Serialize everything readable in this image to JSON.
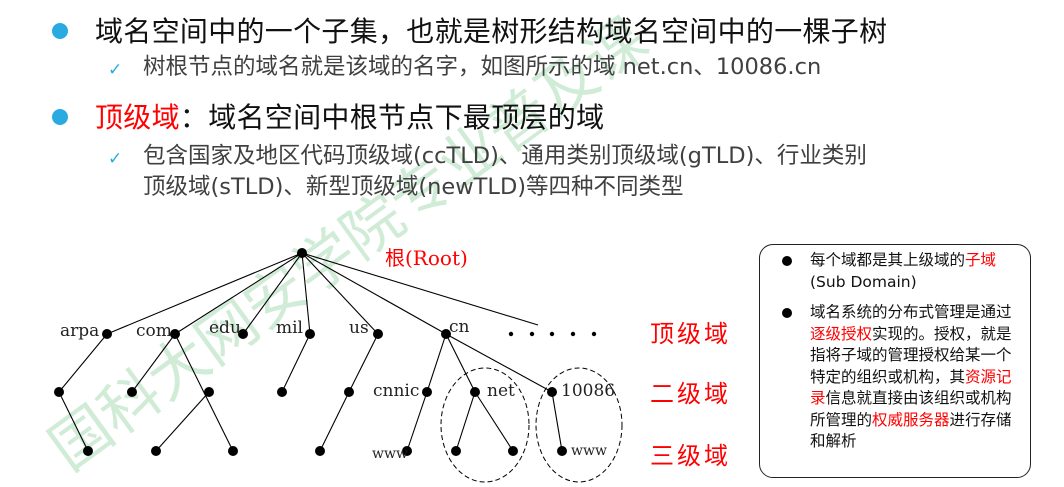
{
  "slide": {
    "bullets": [
      {
        "text": "域名空间中的一个子集，也就是树形结构域名空间中的一棵子树",
        "sub": "树根节点的域名就是该域的名字，如图所示的域 net.cn、10086.cn"
      },
      {
        "term": "顶级域",
        "text": "：域名空间中根节点下最顶层的域",
        "sub_line1": "包含国家及地区代码顶级域(ccTLD)、通用类别顶级域(gTLD)、行业类别",
        "sub_line2": "顶级域(sTLD)、新型顶级域(newTLD)等四种不同类型"
      }
    ],
    "colors": {
      "bullet": "#29abe2",
      "highlight": "#ff0000",
      "text": "#111111",
      "subtext": "#404040",
      "watermark": "#78c88c"
    }
  },
  "diagram": {
    "root_label": "根(Root)",
    "tld_nodes": [
      "arpa",
      "com",
      "edu",
      "mil",
      "us",
      "cn"
    ],
    "ellipsis": ". . . . .",
    "sld_labels": [
      "cnnic",
      "net",
      "10086"
    ],
    "third_labels": [
      "www",
      "www"
    ],
    "level_labels": [
      "顶级域",
      "二级域",
      "三级域"
    ]
  },
  "legend": {
    "item1": {
      "pre": "每个域都是其上级域的",
      "red": "子域",
      "post": "(Sub Domain)"
    },
    "item2": {
      "p1": "域名系统的分布式管理是通过",
      "r1": "逐级授权",
      "p2": "实现的。授权，就是指将子域的管理授权给某一个特定的组织或机构，其",
      "r2": "资源记录",
      "p3": "信息就直接由该组织或机构所管理的",
      "r3": "权威服务器",
      "p4": "进行存储和解析"
    }
  },
  "watermark": {
    "text": "国科大网安学院专业普及课"
  }
}
